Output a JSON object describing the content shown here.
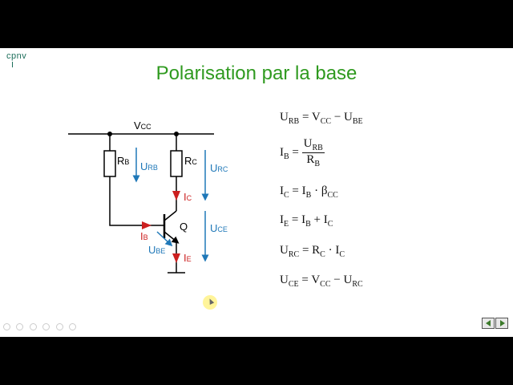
{
  "logo": {
    "text": "cpnv"
  },
  "title": "Polarisation par la base",
  "colors": {
    "title": "#2f9a1f",
    "current": "#cc2020",
    "voltage": "#1f78b8",
    "wire": "#000000"
  },
  "circuit": {
    "vcc": "V",
    "vcc_sub": "CC",
    "rb": "R",
    "rb_sub": "B",
    "rc": "R",
    "rc_sub": "C",
    "urb": "U",
    "urb_sub": "RB",
    "urc": "U",
    "urc_sub": "RC",
    "ic": "I",
    "ic_sub": "C",
    "ib": "I",
    "ib_sub": "B",
    "ie": "I",
    "ie_sub": "E",
    "ube": "U",
    "ube_sub": "BE",
    "uce": "U",
    "uce_sub": "CE",
    "q": "Q"
  },
  "equations": {
    "e1": {
      "lhs": "U",
      "lhs_sub": "RB",
      "eq": "=",
      "a": "V",
      "a_sub": "CC",
      "op": "−",
      "b": "U",
      "b_sub": "BE"
    },
    "e2": {
      "lhs": "I",
      "lhs_sub": "B",
      "eq": "=",
      "num": "U",
      "num_sub": "RB",
      "den": "R",
      "den_sub": "B"
    },
    "e3": {
      "lhs": "I",
      "lhs_sub": "C",
      "eq": "=",
      "a": "I",
      "a_sub": "B",
      "op": "·",
      "b": "β",
      "b_sub": "CC"
    },
    "e4": {
      "lhs": "I",
      "lhs_sub": "E",
      "eq": "=",
      "a": "I",
      "a_sub": "B",
      "op": "+",
      "b": "I",
      "b_sub": "C"
    },
    "e5": {
      "lhs": "U",
      "lhs_sub": "RC",
      "eq": "=",
      "a": "R",
      "a_sub": "C",
      "op": "·",
      "b": "I",
      "b_sub": "C"
    },
    "e6": {
      "lhs": "U",
      "lhs_sub": "CE",
      "eq": "=",
      "a": "V",
      "a_sub": "CC",
      "op": "−",
      "b": "U",
      "b_sub": "RC"
    }
  }
}
